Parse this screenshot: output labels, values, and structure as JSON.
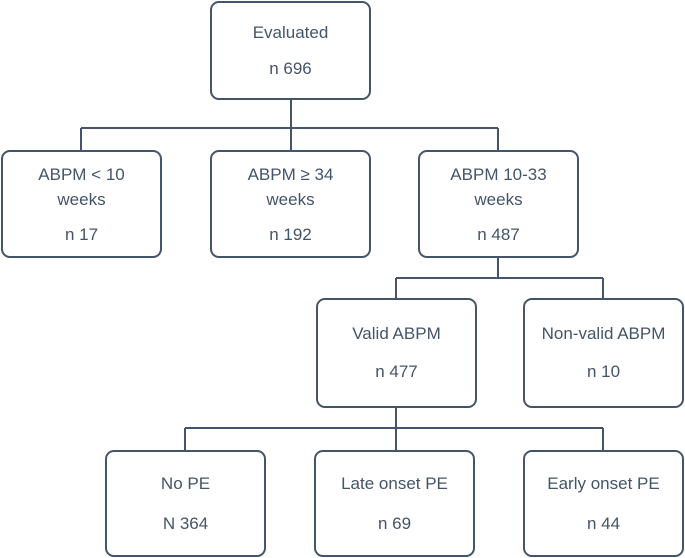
{
  "flowchart": {
    "evaluated": {
      "label": "Evaluated",
      "count": "n 696"
    },
    "abpm_lt10": {
      "label_line1": "ABPM < 10",
      "label_line2": "weeks",
      "count": "n 17"
    },
    "abpm_ge34": {
      "label_line1": "ABPM ≥ 34",
      "label_line2": "weeks",
      "count": "n 192"
    },
    "abpm_10_33": {
      "label_line1": "ABPM 10-33",
      "label_line2": "weeks",
      "count": "n 487"
    },
    "valid_abpm": {
      "label": "Valid ABPM",
      "count": "n 477"
    },
    "non_valid_abpm": {
      "label": "Non-valid ABPM",
      "count": "n 10"
    },
    "no_pe": {
      "label": "No PE",
      "count": "N 364"
    },
    "late_onset_pe": {
      "label": "Late onset PE",
      "count": "n 69"
    },
    "early_onset_pe": {
      "label": "Early onset PE",
      "count": "n 44"
    }
  },
  "colors": {
    "stroke": "#44546a",
    "text": "#44546a",
    "background": "#ffffff"
  }
}
